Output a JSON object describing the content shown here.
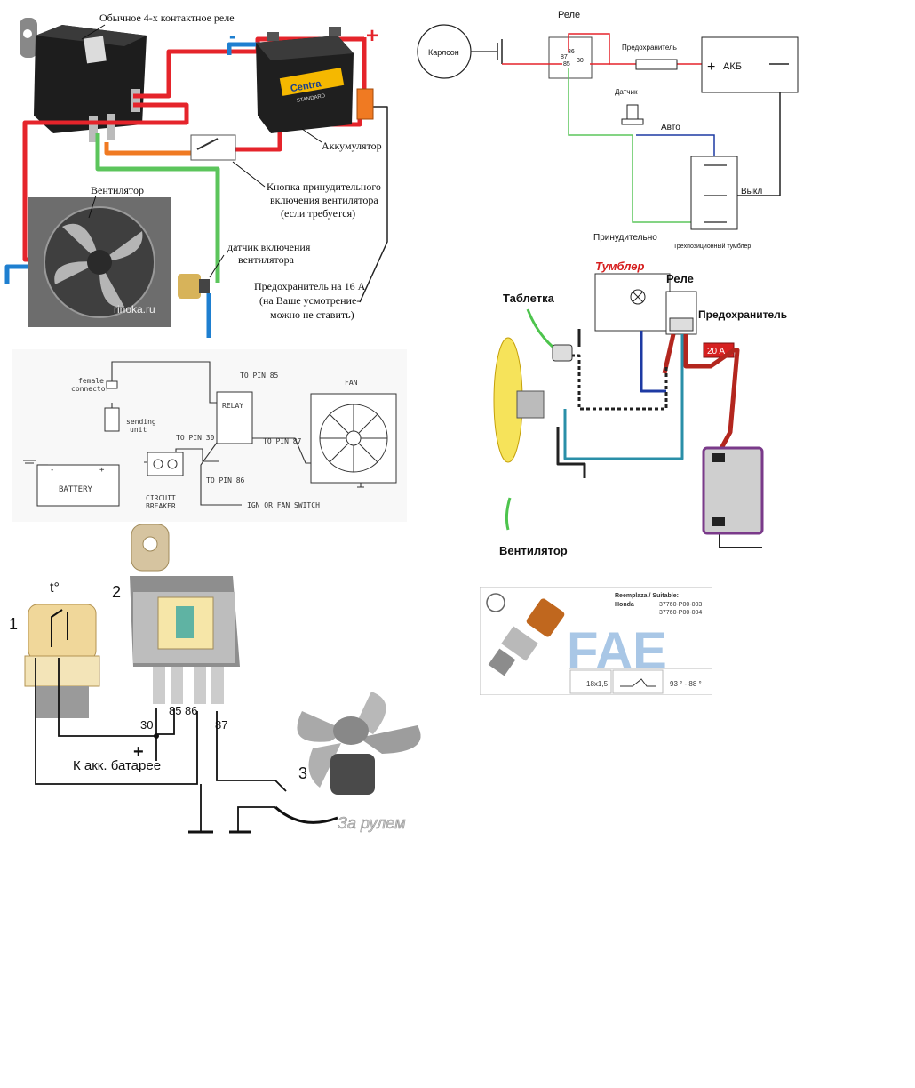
{
  "panel1": {
    "relay_caption": "Обычное 4-х контактное реле",
    "minus_sign": "-",
    "plus_sign": "+",
    "battery_brand": "Centra",
    "battery_model": "STANDARD",
    "battery_caption": "Аккумулятор",
    "button_caption_1": "Кнопка принудительного",
    "button_caption_2": "включения вентилятора",
    "button_caption_3": "(если требуется)",
    "fan_caption": "Вентилятор",
    "sensor_caption_1": "датчик включения",
    "sensor_caption_2": "вентилятора",
    "fuse_caption_1": "Предохранитель на 16 А",
    "fuse_caption_2": "(на Ваше усмотрение-",
    "fuse_caption_3": "можно не ставить)",
    "watermark": "rinoka.ru"
  },
  "panel2": {
    "relay_label": "Реле",
    "karlson_label": "Карлсон",
    "pins": [
      "86",
      "87",
      "85",
      "30"
    ],
    "fuse_label": "Предохранитель",
    "akb_label": "АКБ",
    "akb_plus": "+",
    "sensor_label": "Датчик",
    "auto_label": "Авто",
    "off_label": "Выкл",
    "forced_label": "Принудительно",
    "switch_label": "Трёхпозиционный тумблер"
  },
  "panel3": {
    "female_connector_1": "female",
    "female_connector_2": "connector",
    "pin85": "TO PIN 85",
    "relay": "RELAY",
    "fan": "FAN",
    "sending_unit_1": "sending",
    "sending_unit_2": "unit",
    "pin30": "TO PIN 30",
    "pin87": "TO PIN 87",
    "battery": "BATTERY",
    "battery_minus": "-",
    "battery_plus": "+",
    "circuit_breaker_1": "CIRCUIT",
    "circuit_breaker_2": "BREAKER",
    "pin86": "TO PIN 86",
    "ign_switch": "IGN OR FAN SWITCH"
  },
  "panel4": {
    "tumbler_label": "Тумблер",
    "relay_label": "Реле",
    "tabletka_label": "Таблетка",
    "fuse_label": "Предохранитель",
    "fuse_value": "20 A",
    "fan_label": "Вентилятор"
  },
  "panel5": {
    "temp_label": "t°",
    "num1": "1",
    "num2": "2",
    "num3": "3",
    "pin30": "30",
    "pin85": "85",
    "pin86": "86",
    "pin87": "87",
    "plus": "+",
    "to_battery": "К акк. батарее",
    "watermark": "За рулем"
  },
  "panel6": {
    "reemplaza": "Reemplaza / Suitable:",
    "brand": "Honda",
    "part1": "37760-P00-003",
    "part2": "37760-P00-004",
    "logo": "FAE",
    "thread": "18x1,5",
    "temp_range": "93 ° - 88 °"
  },
  "colors": {
    "red_wire": "#e5242b",
    "blue_wire": "#1e7fd0",
    "green_wire": "#5cc55c",
    "orange_wire": "#f07a22",
    "dark_red_wire": "#b3261e",
    "teal_wire": "#2a8fa8",
    "navy_wire": "#1d3aa3",
    "fae_blue": "#a9c7e6",
    "fan_yellow": "#f6e35a"
  }
}
